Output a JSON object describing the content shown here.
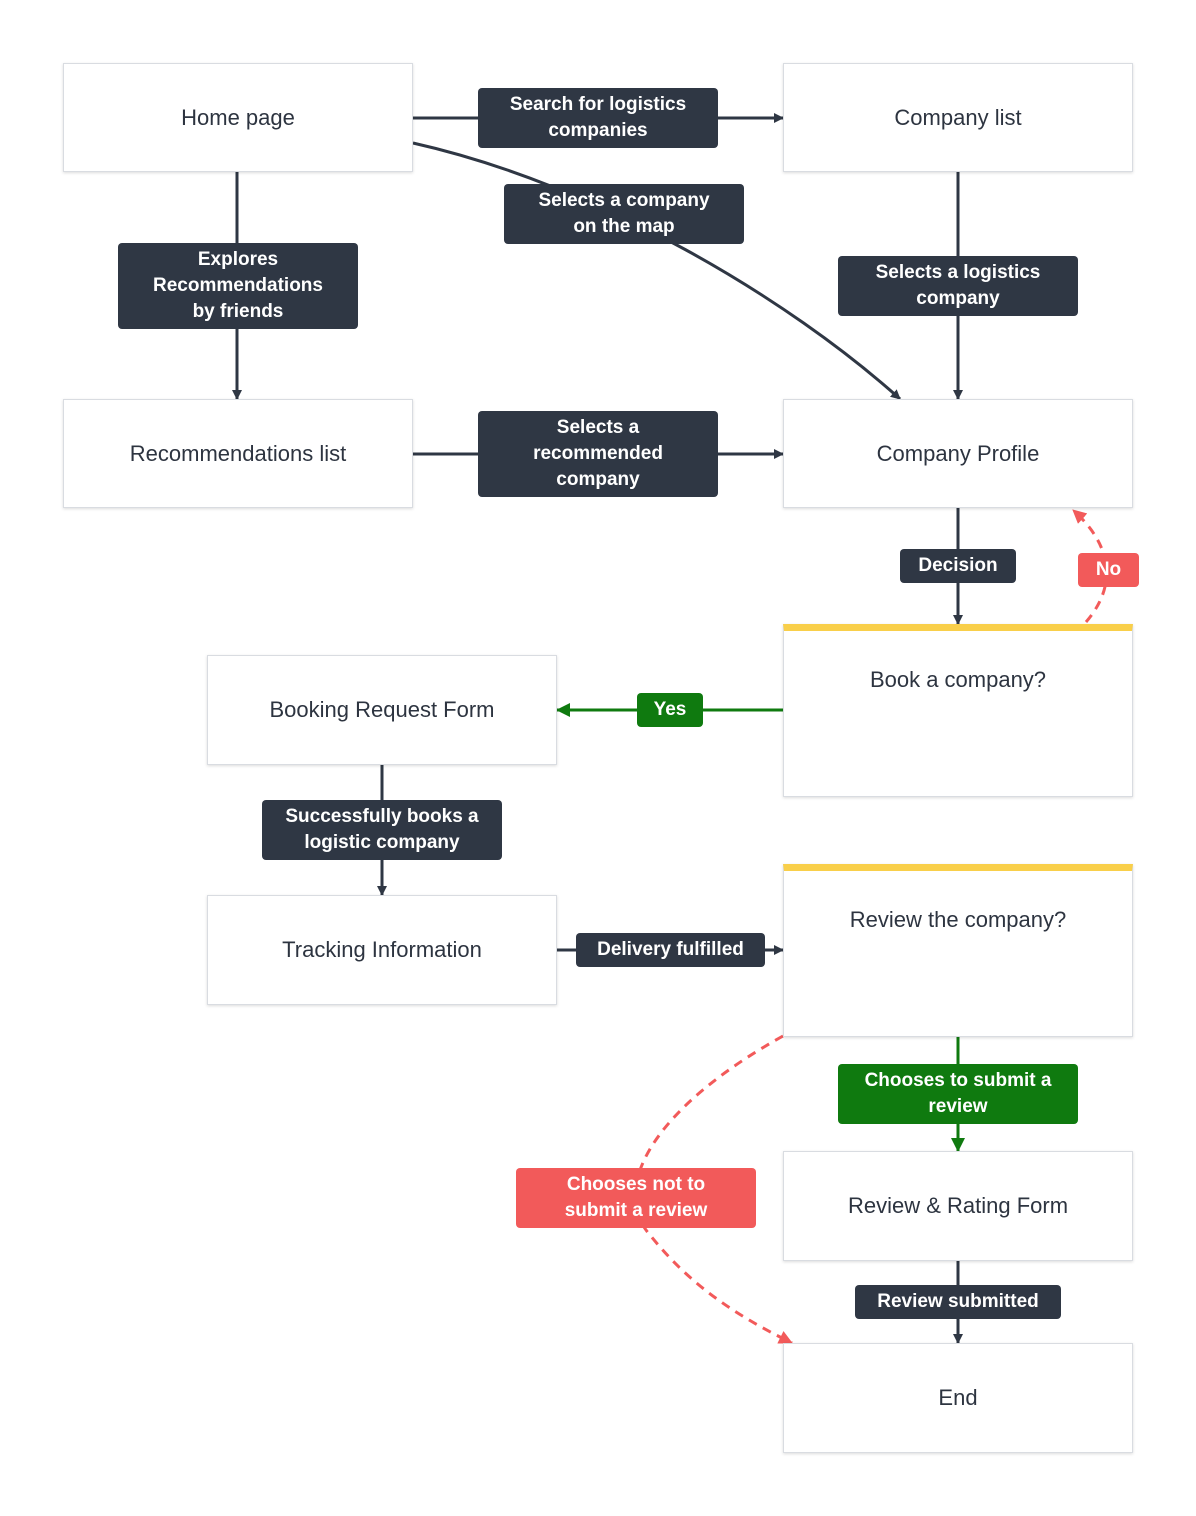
{
  "nodes": {
    "home": "Home page",
    "company_list": "Company list",
    "recommendations_list": "Recommendations list",
    "company_profile": "Company Profile",
    "book_decision": "Book a company?",
    "booking_form": "Booking Request Form",
    "tracking": "Tracking Information",
    "review_decision": "Review the company?",
    "review_form": "Review & Rating Form",
    "end": "End"
  },
  "edges": {
    "search": "Search for logistics\ncompanies",
    "select_map": "Selects a company\non the map",
    "explores": "Explores\nRecommendations\nby friends",
    "select_logistics": "Selects a logistics\ncompany",
    "select_recommended": "Selects a\nrecommended\ncompany",
    "decision": "Decision",
    "no": "No",
    "yes": "Yes",
    "books": "Successfully books a\nlogistic company",
    "delivery": "Delivery fulfilled",
    "submit_review": "Chooses to submit a\nreview",
    "not_submit": "Chooses not to\nsubmit a review",
    "review_submitted": "Review submitted"
  },
  "colors": {
    "connector": "#2f3744",
    "yes": "#0f7a0f",
    "no": "#f25a5a",
    "decision_accent": "#f9cf4a"
  }
}
